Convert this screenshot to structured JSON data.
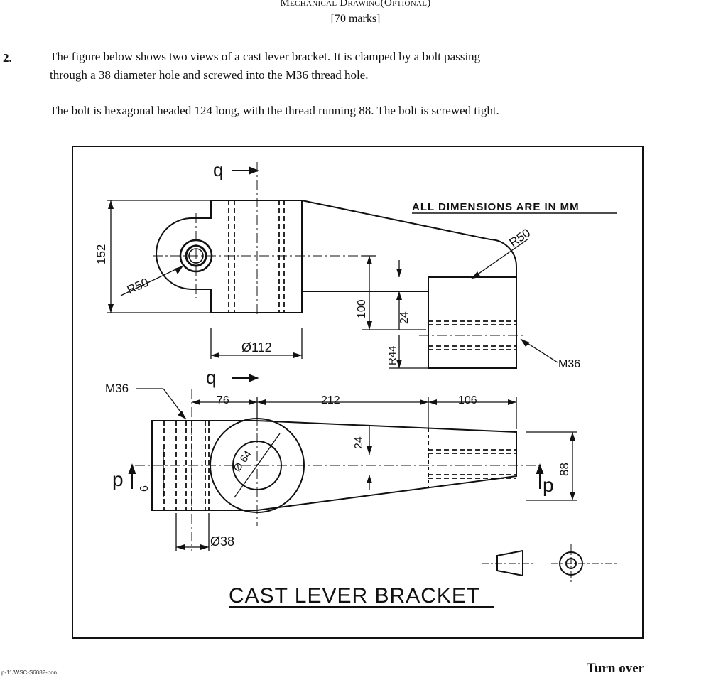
{
  "header": {
    "title": "Mechanical Drawing(Optional)",
    "marks": "[70 marks]"
  },
  "question": {
    "number": "2.",
    "line1": "The figure below shows two views of a cast lever bracket.  It is clamped by a bolt passing",
    "line2": "through a 38 diameter hole and screwed into the M36 thread hole.",
    "line3": "The bolt is hexagonal headed 124 long, with the thread running 88.  The bolt is screwed tight."
  },
  "drawing": {
    "note": "ALL DIMENSIONS ARE IN MM",
    "caption": "CAST LEVER BRACKET",
    "section_letter_q": "q",
    "section_letter_p": "p",
    "dimensions": {
      "height_152": "152",
      "radius_left": "R50",
      "radius_right": "R50",
      "dia_112": "Ø112",
      "dim_100": "100",
      "dim_24_top": "24",
      "dim_r44": "R44",
      "thread_label": "M36",
      "thread_label_plan": "M36",
      "dim_76": "76",
      "dim_212": "212",
      "dim_106": "106",
      "dim_24_plan": "24",
      "dim_6": "6",
      "dim_88": "88",
      "dia_64": "Ø 64",
      "dia_38": "Ø38"
    }
  },
  "footer": {
    "code": "p-11/WSC-S6082-bon",
    "turn_over": "Turn over"
  }
}
